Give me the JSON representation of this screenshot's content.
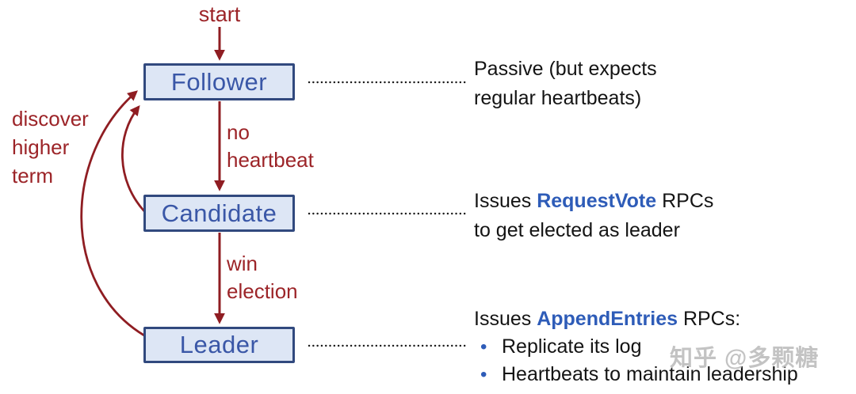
{
  "colors": {
    "arrow_red": "#8F1D22",
    "label_red": "#9C2428",
    "box_fill": "#DDE6F5",
    "box_border": "#31497E",
    "box_text_blue": "#3A57A7",
    "rpc_blue": "#2E5CB8",
    "annotation_black": "#141414",
    "dotted_line": "#1A1A1A",
    "watermark_gray": "#B2B2B2"
  },
  "start_label": "start",
  "states": {
    "follower": "Follower",
    "candidate": "Candidate",
    "leader": "Leader"
  },
  "edge_labels": {
    "no_heartbeat": [
      "no",
      "heartbeat"
    ],
    "win_election": [
      "win",
      "election"
    ],
    "discover_higher_term": [
      "discover",
      "higher",
      "term"
    ]
  },
  "annotations": {
    "follower_lines": [
      "Passive (but expects",
      "regular heartbeats)"
    ],
    "candidate": {
      "lead": "Issues ",
      "rpc": "RequestVote",
      "tail": " RPCs",
      "line2": "to get elected as leader"
    },
    "leader": {
      "lead": "Issues ",
      "rpc": "AppendEntries",
      "tail": " RPCs:",
      "bullet_glyph": "•",
      "bullets": [
        "Replicate its log",
        "Heartbeats to maintain leadership"
      ]
    }
  },
  "watermark": "知乎 @多颗糖"
}
